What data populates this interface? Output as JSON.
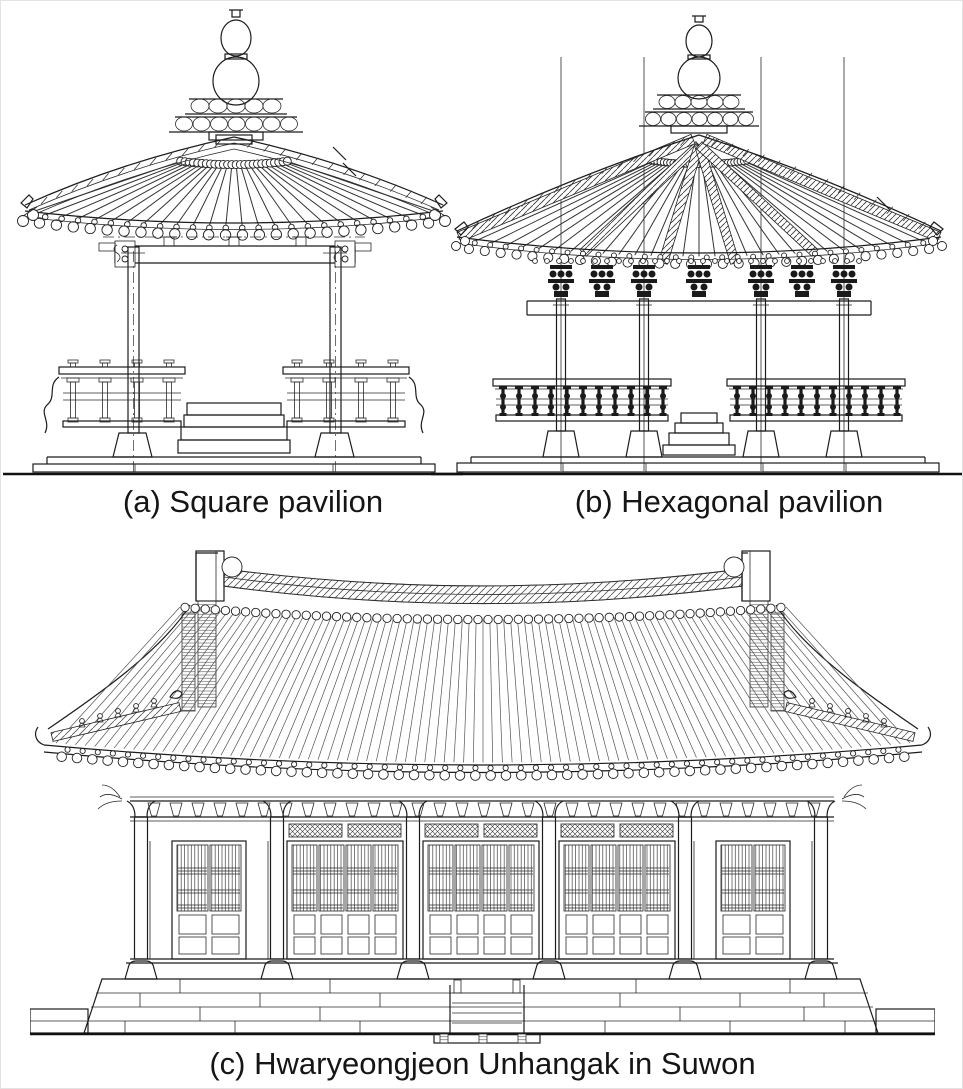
{
  "page": {
    "background": "#ffffff",
    "line_color": "#1c1c1c"
  },
  "figure": {
    "type": "architectural-line-drawings",
    "panels": [
      {
        "id": "a",
        "caption": "(a) Square pavilion",
        "drawing": "front elevation of a square pavilion with gourd finial, hip roof, two columns, side benches and central steps on a stone platform"
      },
      {
        "id": "b",
        "caption": "(b) Hexagonal pavilion",
        "drawing": "front elevation of a hexagonal pavilion with gourd finial, radiating hip roof, ornate bracket sets, four columns and balustrades with carved balusters"
      },
      {
        "id": "c",
        "caption": "(c) Hwaryeongjeon Unhangak in Suwon",
        "drawing": "front elevation of Unhangak hall: curved ridge with end ornaments, tiled hip roof with japsang figurines, five lattice-door bays, six columns and a masonry stylobate with central stairs"
      }
    ]
  }
}
